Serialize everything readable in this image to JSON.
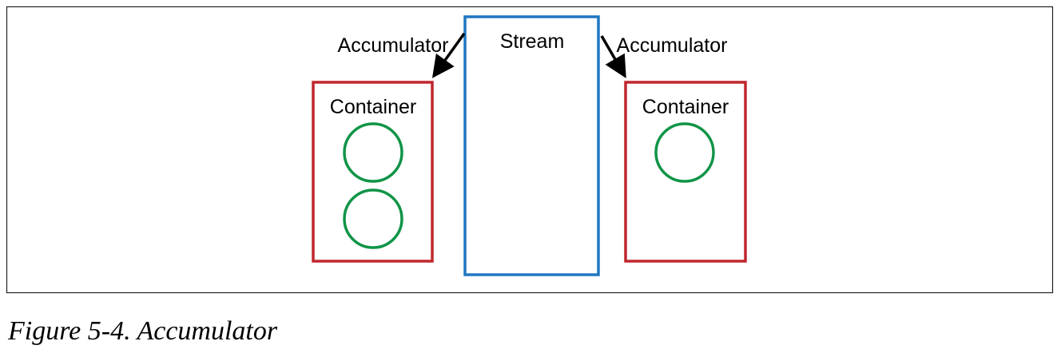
{
  "diagram": {
    "stream": {
      "label": "Stream"
    },
    "left_container": {
      "label": "Container",
      "item_count": 2
    },
    "right_container": {
      "label": "Container",
      "item_count": 1
    },
    "left_arrow": {
      "label": "Accumulator"
    },
    "right_arrow": {
      "label": "Accumulator"
    }
  },
  "caption": "Figure 5-4. Accumulator",
  "colors": {
    "frame": "#222222",
    "stream_border": "#1f77c4",
    "container_border": "#c0272d",
    "item_circle": "#109447",
    "arrow": "#000000"
  }
}
